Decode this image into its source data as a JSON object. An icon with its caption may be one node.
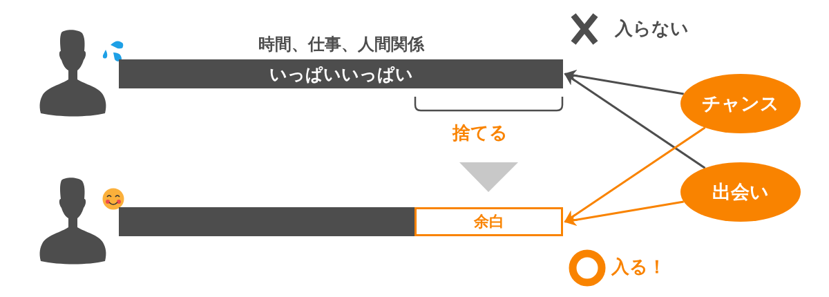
{
  "diagram": {
    "nodes": [
      {
        "text": [
          "時間、仕事、人間関係",
          "いっぱいいっぱい"
        ]
      },
      {
        "text": [],
        "shape": "bar"
      },
      {
        "text": [
          "余白"
        ]
      },
      {
        "text": [
          "チャンス"
        ]
      },
      {
        "text": [
          "出会い"
        ]
      }
    ],
    "edges": [
      {
        "from": 3,
        "to": 0,
        "arrow": "to",
        "color": "#4d4d4d"
      },
      {
        "from": 4,
        "to": 0,
        "arrow": "to",
        "color": "#4d4d4d"
      },
      {
        "from": 3,
        "to": 2,
        "arrow": "to",
        "color": "#f98300"
      },
      {
        "from": 4,
        "to": 2,
        "arrow": "to",
        "color": "#f98300"
      }
    ],
    "labels": [
      "入らない",
      "捨てる",
      "入る！"
    ]
  }
}
